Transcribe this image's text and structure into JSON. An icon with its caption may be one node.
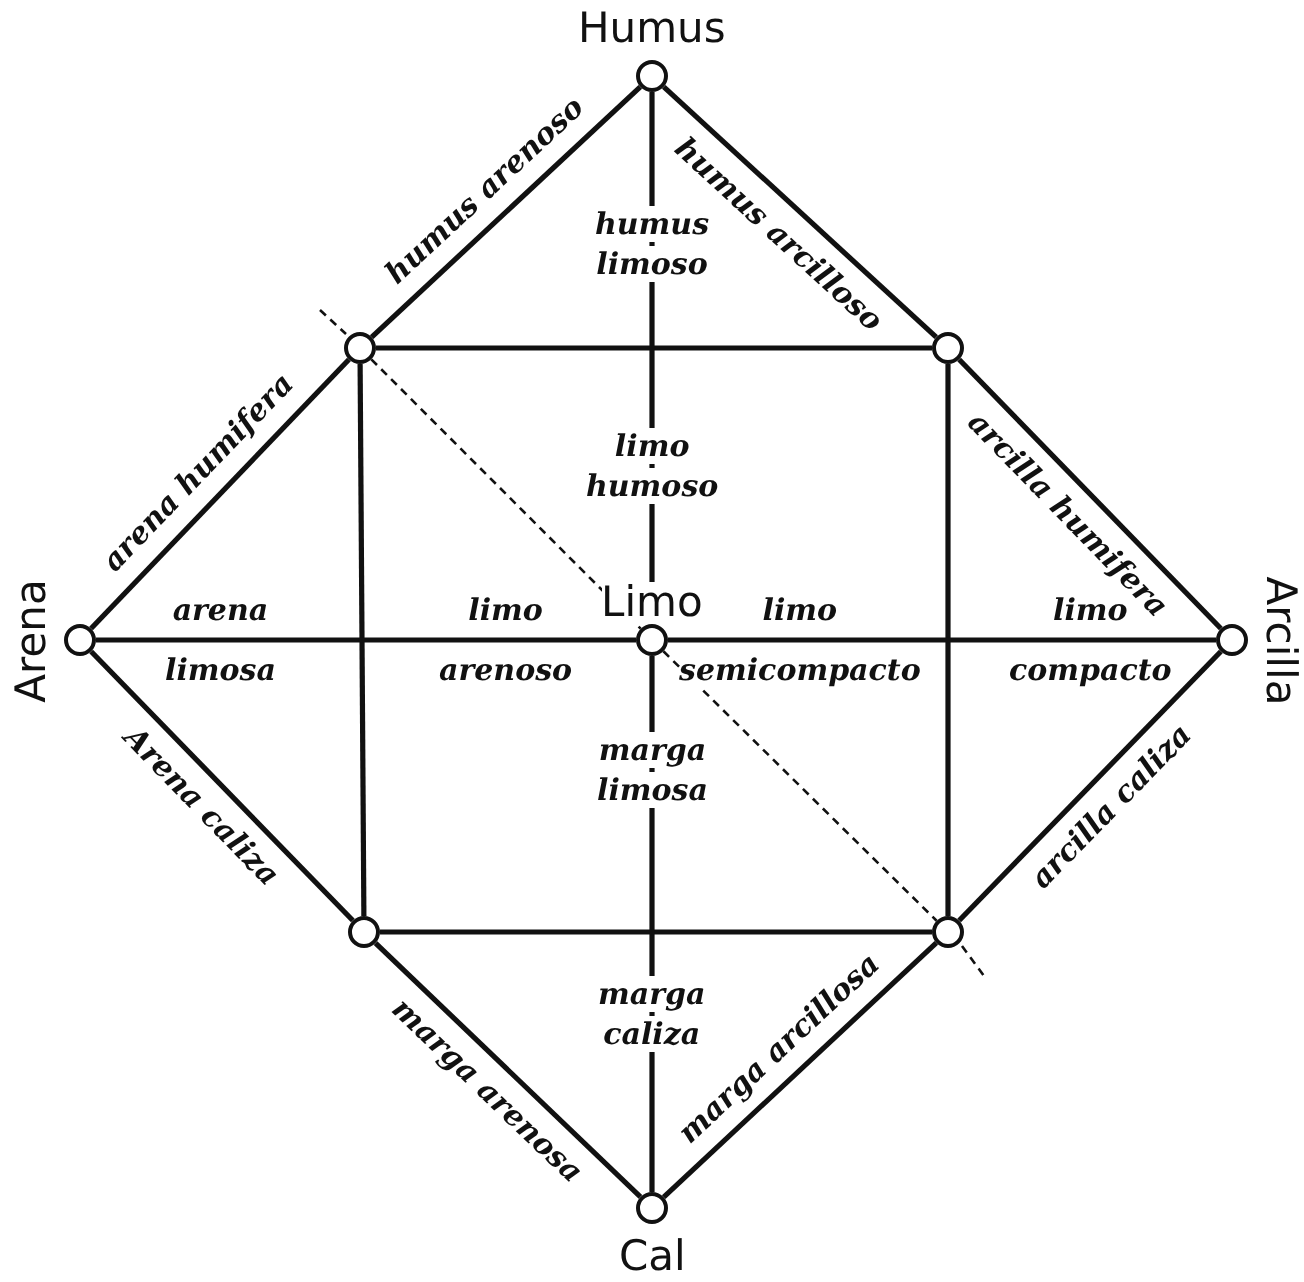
{
  "diagram": {
    "nodes": [
      {
        "text": [
          "Humus"
        ]
      },
      {
        "text": [],
        "shape": "circle"
      },
      {
        "text": [],
        "shape": "circle"
      },
      {
        "text": [
          "Arena"
        ]
      },
      {
        "text": [
          "Limo"
        ]
      },
      {
        "text": [
          "Arcilla"
        ]
      },
      {
        "text": [],
        "shape": "circle"
      },
      {
        "text": [],
        "shape": "circle"
      },
      {
        "text": [
          "Cal"
        ]
      }
    ],
    "edges": [
      {
        "from": 0,
        "to": 1,
        "arrow": "none",
        "label": "humus arenoso"
      },
      {
        "from": 0,
        "to": 2,
        "arrow": "none",
        "label": "humus arcilloso"
      },
      {
        "from": 1,
        "to": 3,
        "arrow": "none",
        "label": "arena humifera"
      },
      {
        "from": 2,
        "to": 5,
        "arrow": "none",
        "label": "arcilla humifera"
      },
      {
        "from": 1,
        "to": 2,
        "arrow": "none"
      },
      {
        "from": 0,
        "to": 4,
        "arrow": "none"
      },
      {
        "from": 1,
        "to": 6,
        "arrow": "none"
      },
      {
        "from": 2,
        "to": 7,
        "arrow": "none"
      },
      {
        "from": 3,
        "to": 4,
        "arrow": "none"
      },
      {
        "from": 4,
        "to": 5,
        "arrow": "none"
      },
      {
        "from": 1,
        "to": 4,
        "arrow": "none",
        "style": "dashed"
      },
      {
        "from": 4,
        "to": 7,
        "arrow": "none",
        "style": "dashed"
      },
      {
        "from": 3,
        "to": 6,
        "arrow": "none",
        "label": "Arena caliza"
      },
      {
        "from": 7,
        "to": 5,
        "arrow": "none",
        "label": "arcilla caliza"
      },
      {
        "from": 6,
        "to": 7,
        "arrow": "none"
      },
      {
        "from": 4,
        "to": 8,
        "arrow": "none"
      },
      {
        "from": 6,
        "to": 8,
        "arrow": "none",
        "label": "marga arenosa"
      },
      {
        "from": 7,
        "to": 8,
        "arrow": "none",
        "label": "marga arcillosa"
      }
    ],
    "labels": [
      "humus limoso",
      "limo humoso",
      "arena limosa",
      "limo arenoso",
      "limo semicompacto",
      "limo compacto",
      "marga limosa",
      "marga caliza"
    ]
  }
}
